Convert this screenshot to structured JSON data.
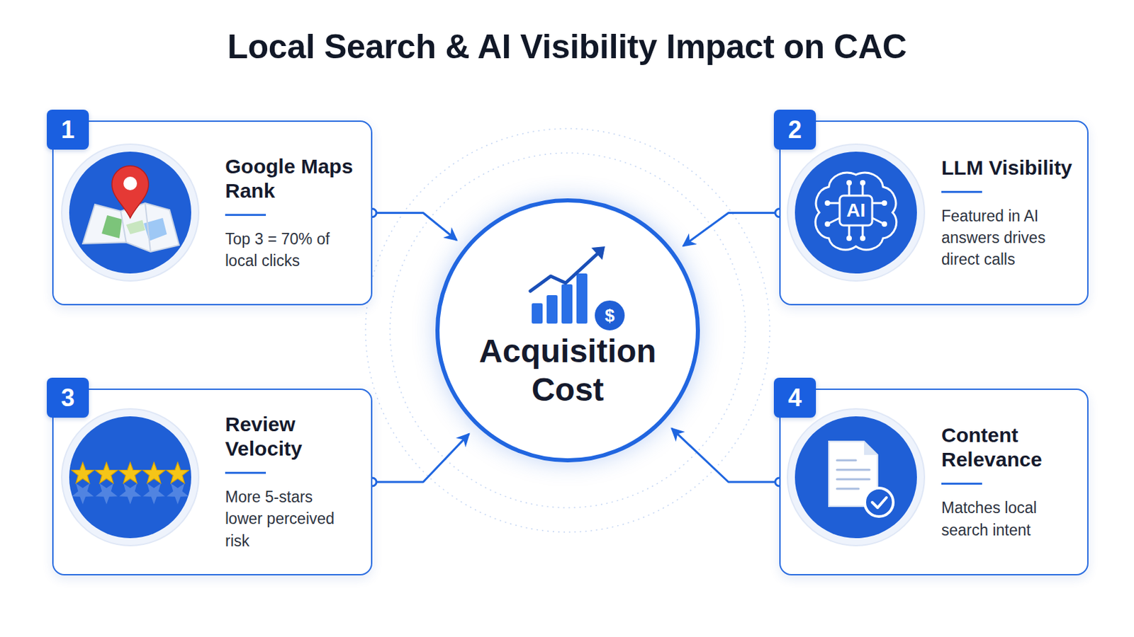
{
  "diagram": {
    "title": "Local Search & AI Visibility Impact on CAC",
    "nodes": [
      {
        "text": [
          "Google Maps Rank",
          "Top 3 = 70% of local clicks"
        ]
      },
      {
        "text": [
          "1"
        ],
        "in": 0
      },
      {
        "text": [
          "LLM Visibility",
          "Featured in AI answers drives direct calls"
        ]
      },
      {
        "text": [
          "2"
        ],
        "in": 2
      },
      {
        "text": [
          "Acquisition Cost"
        ]
      },
      {
        "text": [
          "Review Velocity",
          "More 5-stars lower perceived risk"
        ]
      },
      {
        "text": [
          "3"
        ],
        "in": 5
      },
      {
        "text": [
          "Content Relevance",
          "Matches local search intent"
        ]
      },
      {
        "text": [
          "4"
        ],
        "in": 7
      }
    ],
    "edges": [
      {
        "from": 0,
        "to": 4,
        "arrow": "to"
      },
      {
        "from": 2,
        "to": 4,
        "arrow": "to"
      },
      {
        "from": 5,
        "to": 4,
        "arrow": "to"
      },
      {
        "from": 7,
        "to": 4,
        "arrow": "to"
      }
    ],
    "labels": [
      "AI",
      "$"
    ]
  }
}
